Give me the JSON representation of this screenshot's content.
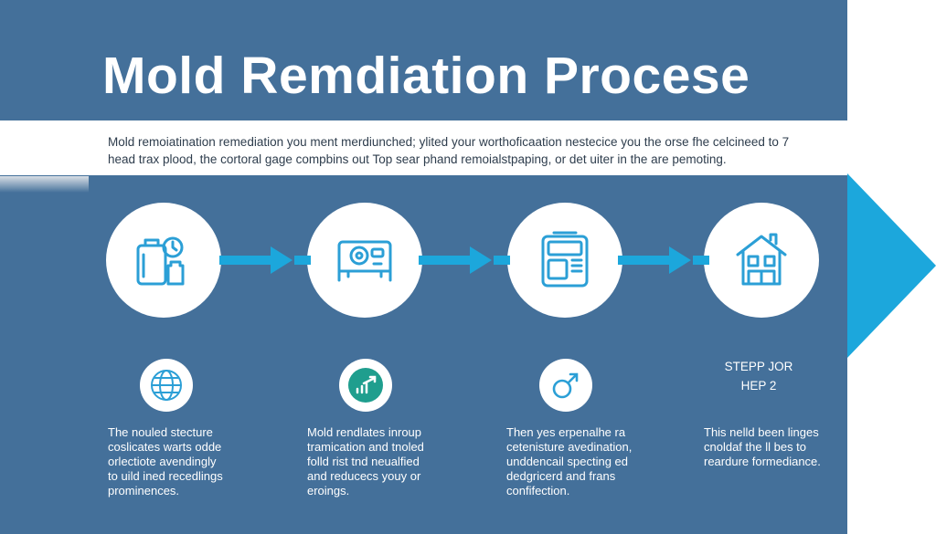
{
  "title": "Mold Remdiation Procese",
  "intro_lines": [
    "Mold remoiatination remediation you ment merdiunched; ylited your worthoficaation nestecice you the orse fhe celcineed to 7",
    "head trax plood, the cortoral gage compbins out Top sear phand remoialstpaping, or det uiter in the are pemoting."
  ],
  "steps": [
    {
      "icon": "cleaning-supplies-icon",
      "mini_icon": "globe-icon",
      "desc_lines": [
        "The nouled stecture",
        "coslicates warts odde",
        "orlectiote avendingly",
        "to uild ined recedlings",
        "prominences."
      ]
    },
    {
      "icon": "air-scrubber-icon",
      "mini_icon": "growth-chart-icon",
      "desc_lines": [
        "Mold rendlates inroup",
        "tramication and tnoled",
        "folld rist tnd neualfied",
        "and reducecs youy or",
        "eroings."
      ]
    },
    {
      "icon": "containment-unit-icon",
      "mini_icon": "male-symbol-icon",
      "desc_lines": [
        "Then yes erpenalhe ra",
        "cetenisture avedination,",
        "unddencail specting ed",
        "dedgricerd and frans",
        "confifection."
      ]
    },
    {
      "icon": "house-icon",
      "label_lines": [
        "STEPP JOR",
        "HEP 2"
      ],
      "desc_lines": [
        "This nelld been linges",
        "cnoldaf the ll bes to",
        "reardure formediance."
      ]
    }
  ],
  "colors": {
    "panel": "#44709a",
    "accent": "#1ca7dc",
    "icon": "#2b9fd6",
    "text_dark": "#2e3d4d"
  }
}
